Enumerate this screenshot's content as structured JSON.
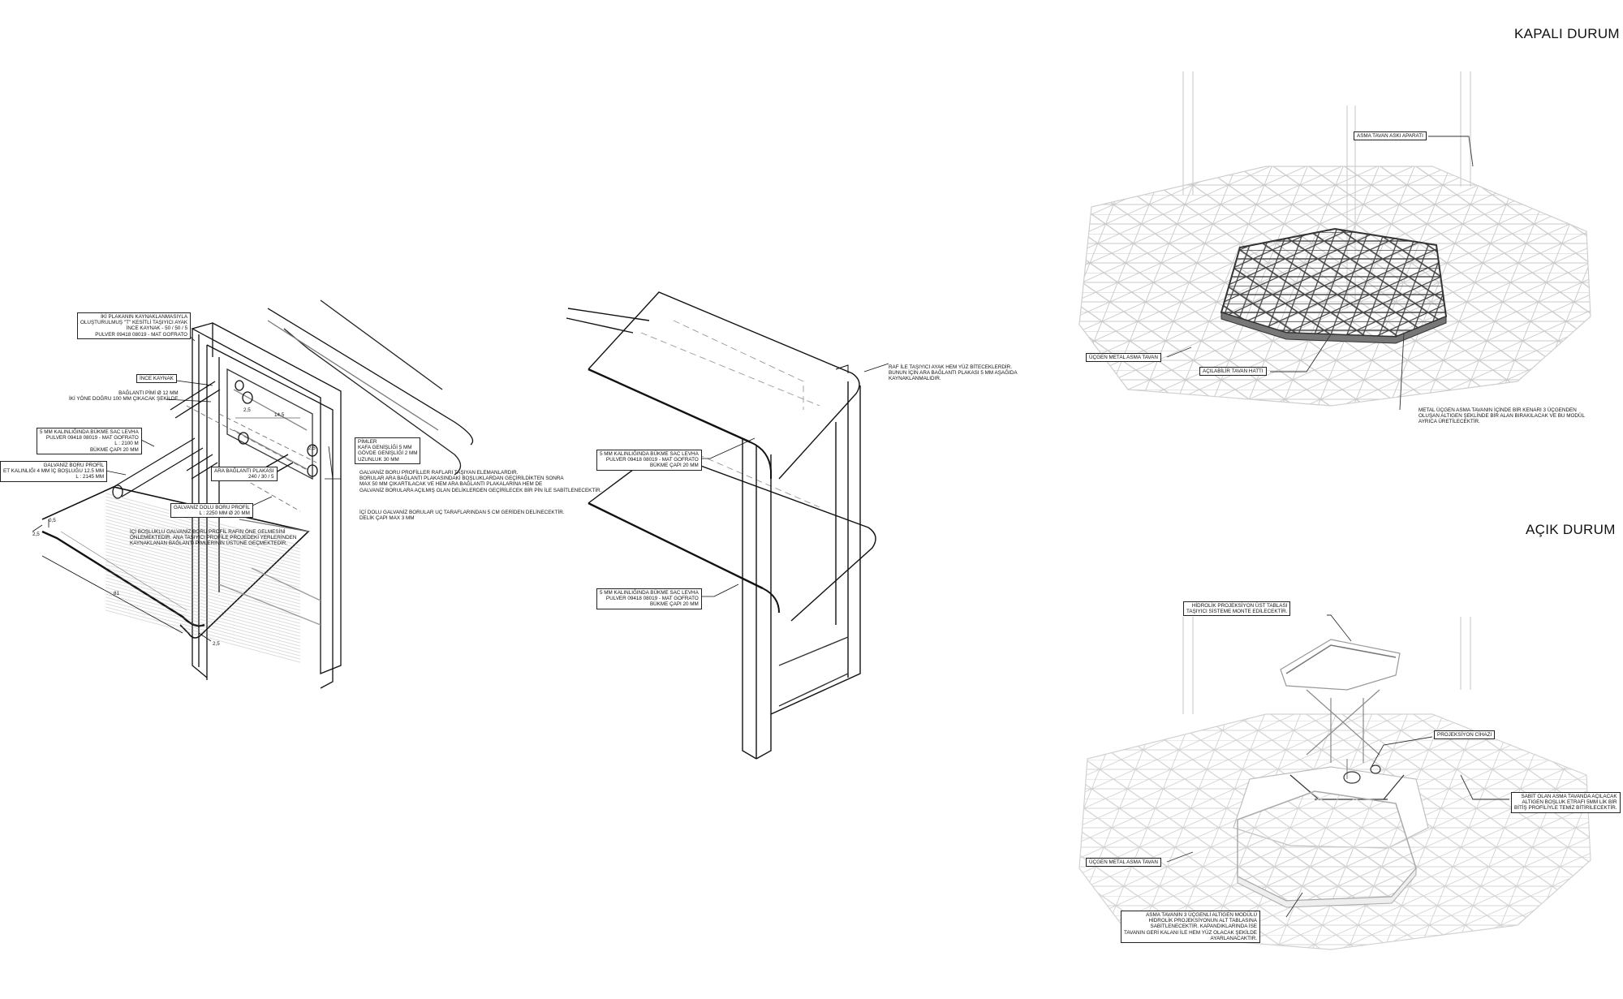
{
  "titles": {
    "closed": "KAPALI DURUM",
    "open": "AÇIK DURUM"
  },
  "left_detail": {
    "l1": [
      "İKİ PLAKANIN KAYNAKLANMASIYLA",
      "OLUŞTURULMUŞ \"T\" KESİTLİ TAŞIYICI AYAK",
      "İNCE KAYNAK - 50 / 50 / 5",
      "PULVER 09418 08019 - MAT GOFRATO"
    ],
    "l2": [
      "İNCE KAYNAK"
    ],
    "l3": [
      "BAĞLANTI PİMİ Ø 12 MM",
      "İKİ YÖNE DOĞRU 100 MM ÇIKACAK ŞEKİLDE"
    ],
    "l4": [
      "5 MM KALINLIĞINDA BÜKME SAC LEVHA",
      "PULVER 09418 08019 - MAT GOFRATO",
      "L : 2100 M",
      "BÜKME ÇAPI 20 MM"
    ],
    "l5": [
      "GALVANİZ BORU PROFİL",
      "ET KALINLIĞI 4 MM İÇ BOŞLUĞU 12.5 MM",
      "L : 2145 MM"
    ],
    "l6": [
      "ARA BAĞLANTI PLAKASI",
      "240 / 30 / 5"
    ],
    "l7": [
      "GALVANİZ DOLU BORU PROFİL",
      "L : 2250 MM Ø 20 MM"
    ],
    "l8": [
      "PİMLER",
      "KAFA GENİŞLİĞİ 5 MM",
      "GÖVDE GENİŞLİĞİ 2 MM",
      "UZUNLUK 30 MM"
    ],
    "n1": [
      "GALVANİZ BORU PROFİLLER RAFLARI TAŞIYAN ELEMANLARDIR.",
      "BORULAR ARA BAĞLANTI PLAKASINDAKİ BOŞLUKLARDAN GEÇİRİLDİKTEN SONRA",
      "MAX 50 MM ÇIKARTILACAK VE HEM ARA BAĞLANTI PLAKALARINA HEM DE",
      "GALVANİZ BORULARA AÇILMIŞ OLAN DELİKLERDEN GEÇİRİLECEK BİR PİN İLE SABİTLENECEKTİR."
    ],
    "n2": [
      "İÇİ DOLU GALVANİZ BORULAR UÇ TARAFLARINDAN 5 CM GERİDEN DELİNECEKTİR.",
      "DELİK ÇAPI MAX 3 MM"
    ],
    "n3": [
      "İÇİ BOŞLUKLU GALVANİZ BORU PROFİL RAFIN ÖNE GELMESİNİ",
      "ÖNLEMEKTEDİR. ANA TAŞIYICI PROFİLE PROJEDEKİ YERLERİNDEN",
      "KAYNAKLANAN BAĞLANTI PİMLERİNİN ÜSTÜNE GEÇMEKTEDİR."
    ],
    "dims": {
      "d1": "0,5",
      "d2": "2,5",
      "d3": "14,5",
      "d4": "2,5",
      "d5": "2,5",
      "d6": "81",
      "d7": "2,5"
    }
  },
  "middle_detail": {
    "m1": [
      "RAF İLE TAŞIYICI AYAK HEM YÜZ BİTECEKLERDİR.",
      "BUNUN İÇİN ARA BAĞLANTI PLAKASI 5 MM AŞAĞIDA",
      "KAYNAKLANMALIDIR."
    ],
    "m2": [
      "5 MM KALINLIĞINDA BÜKME SAC LEVHA",
      "PULVER 09418 08019 - MAT GOFRATO",
      "BÜKME ÇAPI 20 MM"
    ],
    "m3": [
      "5 MM KALINLIĞINDA BÜKME SAC LEVHA",
      "PULVER 09418 08019 - MAT GOFRATO",
      "BÜKME ÇAPI 20 MM"
    ]
  },
  "ceiling_closed": {
    "c1": [
      "ASMA TAVAN ASKI APARATI"
    ],
    "c2": [
      "ÜÇGEN METAL ASMA TAVAN"
    ],
    "c3": [
      "AÇILABİLİR TAVAN HATTI"
    ],
    "c4": [
      "METAL ÜÇGEN ASMA TAVANIN İÇİNDE BİR KENARI 3 ÜÇGENDEN",
      "OLUŞAN ALTIGEN ŞEKLİNDE BİR ALAN BIRAKILACAK VE BU MODÜL",
      "AYRICA ÜRETİLECEKTİR."
    ]
  },
  "ceiling_open": {
    "o1": [
      "HİDROLİK PROJEKSİYON ÜST TABLASI",
      "TAŞIYICI SİSTEME MONTE EDİLECEKTİR."
    ],
    "o2": [
      "PROJEKSİYON CİHAZI"
    ],
    "o3": [
      "SABİT OLAN ASMA TAVANDA AÇILACAK",
      "ALTIGEN BOŞLUK ETRAFI 5MM LİK BİR",
      "BİTİŞ PROFİLİYLE TEMİZ BİTİRİLECEKTİR."
    ],
    "o4": [
      "ÜÇGEN METAL ASMA TAVAN"
    ],
    "o5": [
      "ASMA TAVANIN 3 ÜÇGENLİ ALTIGEN MODÜLÜ",
      "HİDROLİK PROJEKSİYONUN ALT TABLASINA",
      "SABİTLENECEKTİR. KAPANDIKLARINDA İSE",
      "TAVANIN GERİ KALANI İLE HEM YÜZ OLACAK ŞEKİLDE",
      "AYARLANACAKTIR."
    ]
  },
  "colors": {
    "line": "#111111",
    "grid": "#c8c8c8",
    "gridDark": "#555555"
  }
}
